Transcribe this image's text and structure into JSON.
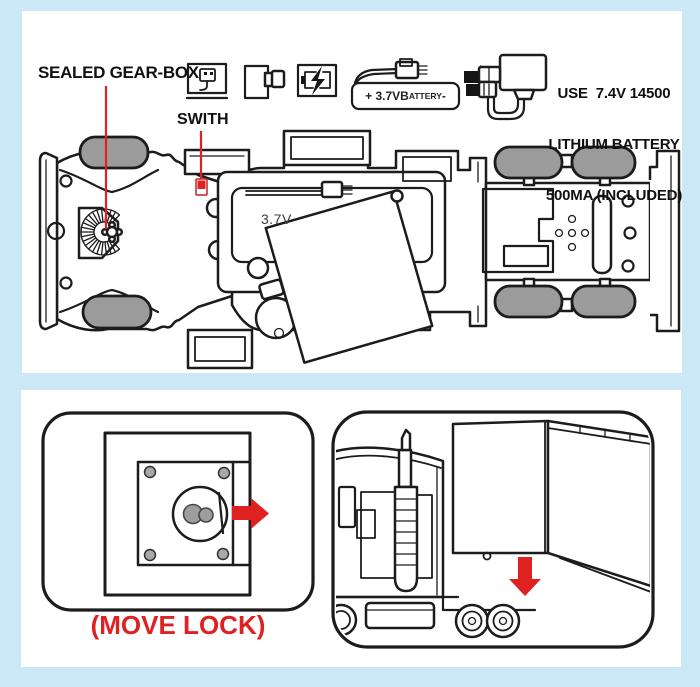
{
  "colors": {
    "background": "#cbe8f6",
    "panel": "#ffffff",
    "line": "#1c1c1c",
    "red": "#e02121",
    "wheel_gray": "#9b9b9b"
  },
  "top_panel": {
    "gearbox_label": "SEALED GEAR-BOX",
    "switch_label": "SWITH",
    "compartment_voltage": "3.7V",
    "battery_pack": {
      "prefix": "+ 3.7VB",
      "small": "ATTERY",
      "suffix": " -"
    },
    "usage_note": {
      "line1": "USE  7.4V 14500",
      "line2": "LITHIUM BATTERY",
      "line3": "500MA (INCLUDED)"
    },
    "icons": [
      "usb-plug-icon",
      "adapter-plug-icon",
      "battery-charging-icon",
      "battery-pack-icon",
      "arrow-right-icon",
      "charger-cable-icon"
    ]
  },
  "bottom_panel": {
    "left_caption": "(MOVE LOCK)"
  }
}
